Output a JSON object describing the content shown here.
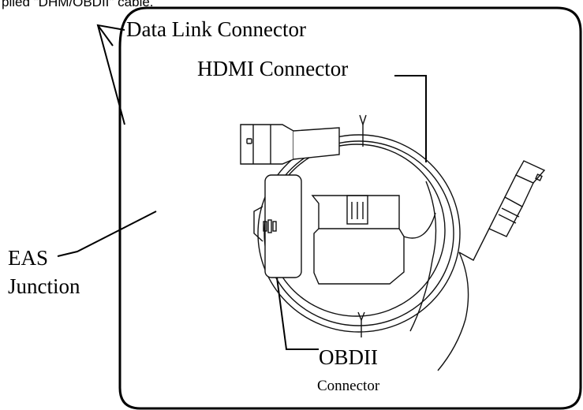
{
  "caption_fragment": "plied \"DHM/OBDII\" cable.",
  "labels": {
    "data_link_connector": "Data Link Connector",
    "hdmi_connector": "HDMI Connector",
    "eas_junction_line1": "EAS",
    "eas_junction_line2": "Junction",
    "obdii_connector_line1": "OBDII",
    "obdii_connector_line2": "Connector"
  },
  "colors": {
    "ink": "#000000",
    "background": "#ffffff"
  }
}
